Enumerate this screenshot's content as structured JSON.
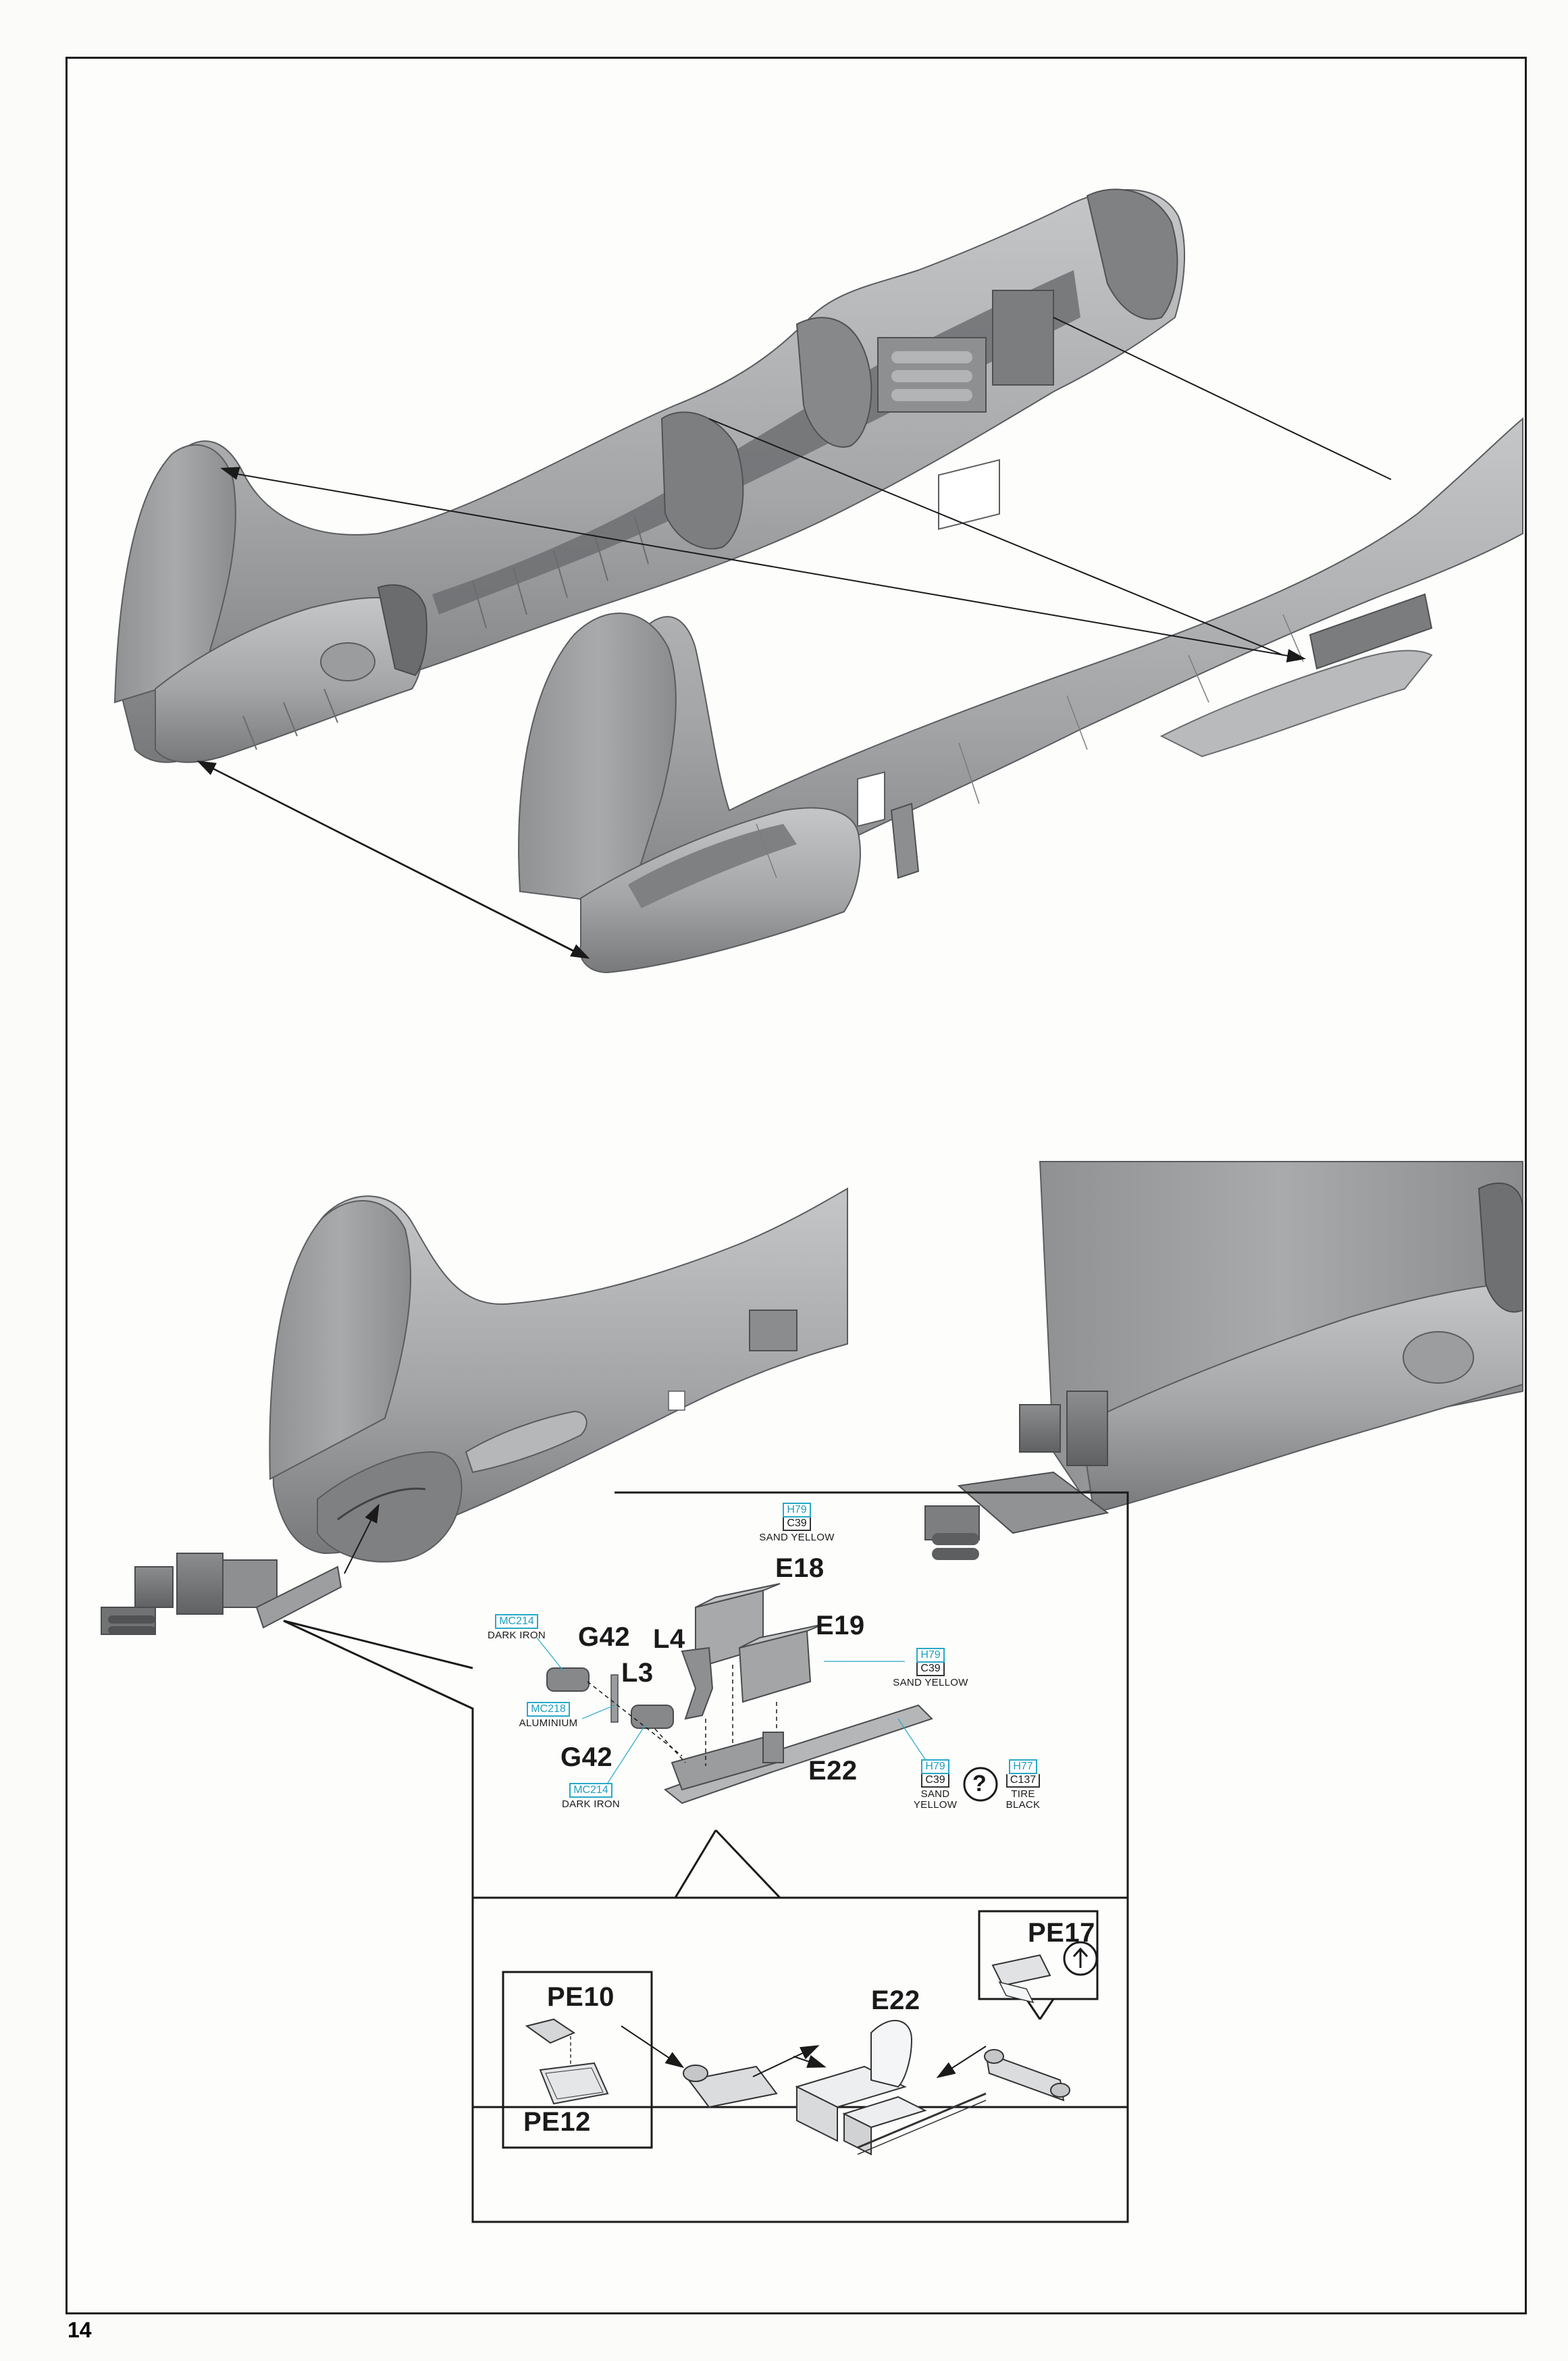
{
  "page": {
    "number": "14"
  },
  "parts": {
    "e18": "E18",
    "e19": "E19",
    "e22": "E22",
    "g42_top": "G42",
    "g42_bottom": "G42",
    "l3": "L3",
    "l4": "L4",
    "pe10": "PE10",
    "pe12": "PE12",
    "pe17": "PE17",
    "e22_detail": "E22"
  },
  "paints": {
    "sand_e18": {
      "mr_hobby": "H79",
      "gunze": "C39",
      "name": "SAND YELLOW"
    },
    "sand_e19": {
      "mr_hobby": "H79",
      "gunze": "C39",
      "name": "SAND YELLOW"
    },
    "dark_iron_top": {
      "code": "MC214",
      "name": "DARK IRON"
    },
    "aluminium": {
      "code": "MC218",
      "name": "ALUMINIUM"
    },
    "dark_iron_bottom": {
      "code": "MC214",
      "name": "DARK IRON"
    },
    "sand_e22": {
      "mr_hobby": "H79",
      "gunze": "C39",
      "name_1": "SAND",
      "name_2": "YELLOW"
    },
    "tire_black": {
      "mr_hobby": "H77",
      "gunze": "C137",
      "name_1": "TIRE",
      "name_2": "BLACK"
    },
    "choice_symbol": "?"
  },
  "colors": {
    "plastic_grey": "#9fa1a3",
    "plastic_light": "#c3c5c7",
    "plastic_dark": "#6f7173",
    "paint_code_cyan": "#1e9fbf",
    "frame": "#1b1b1b"
  },
  "icons": {
    "pe17_fold": "arrow-up-circle-icon"
  }
}
